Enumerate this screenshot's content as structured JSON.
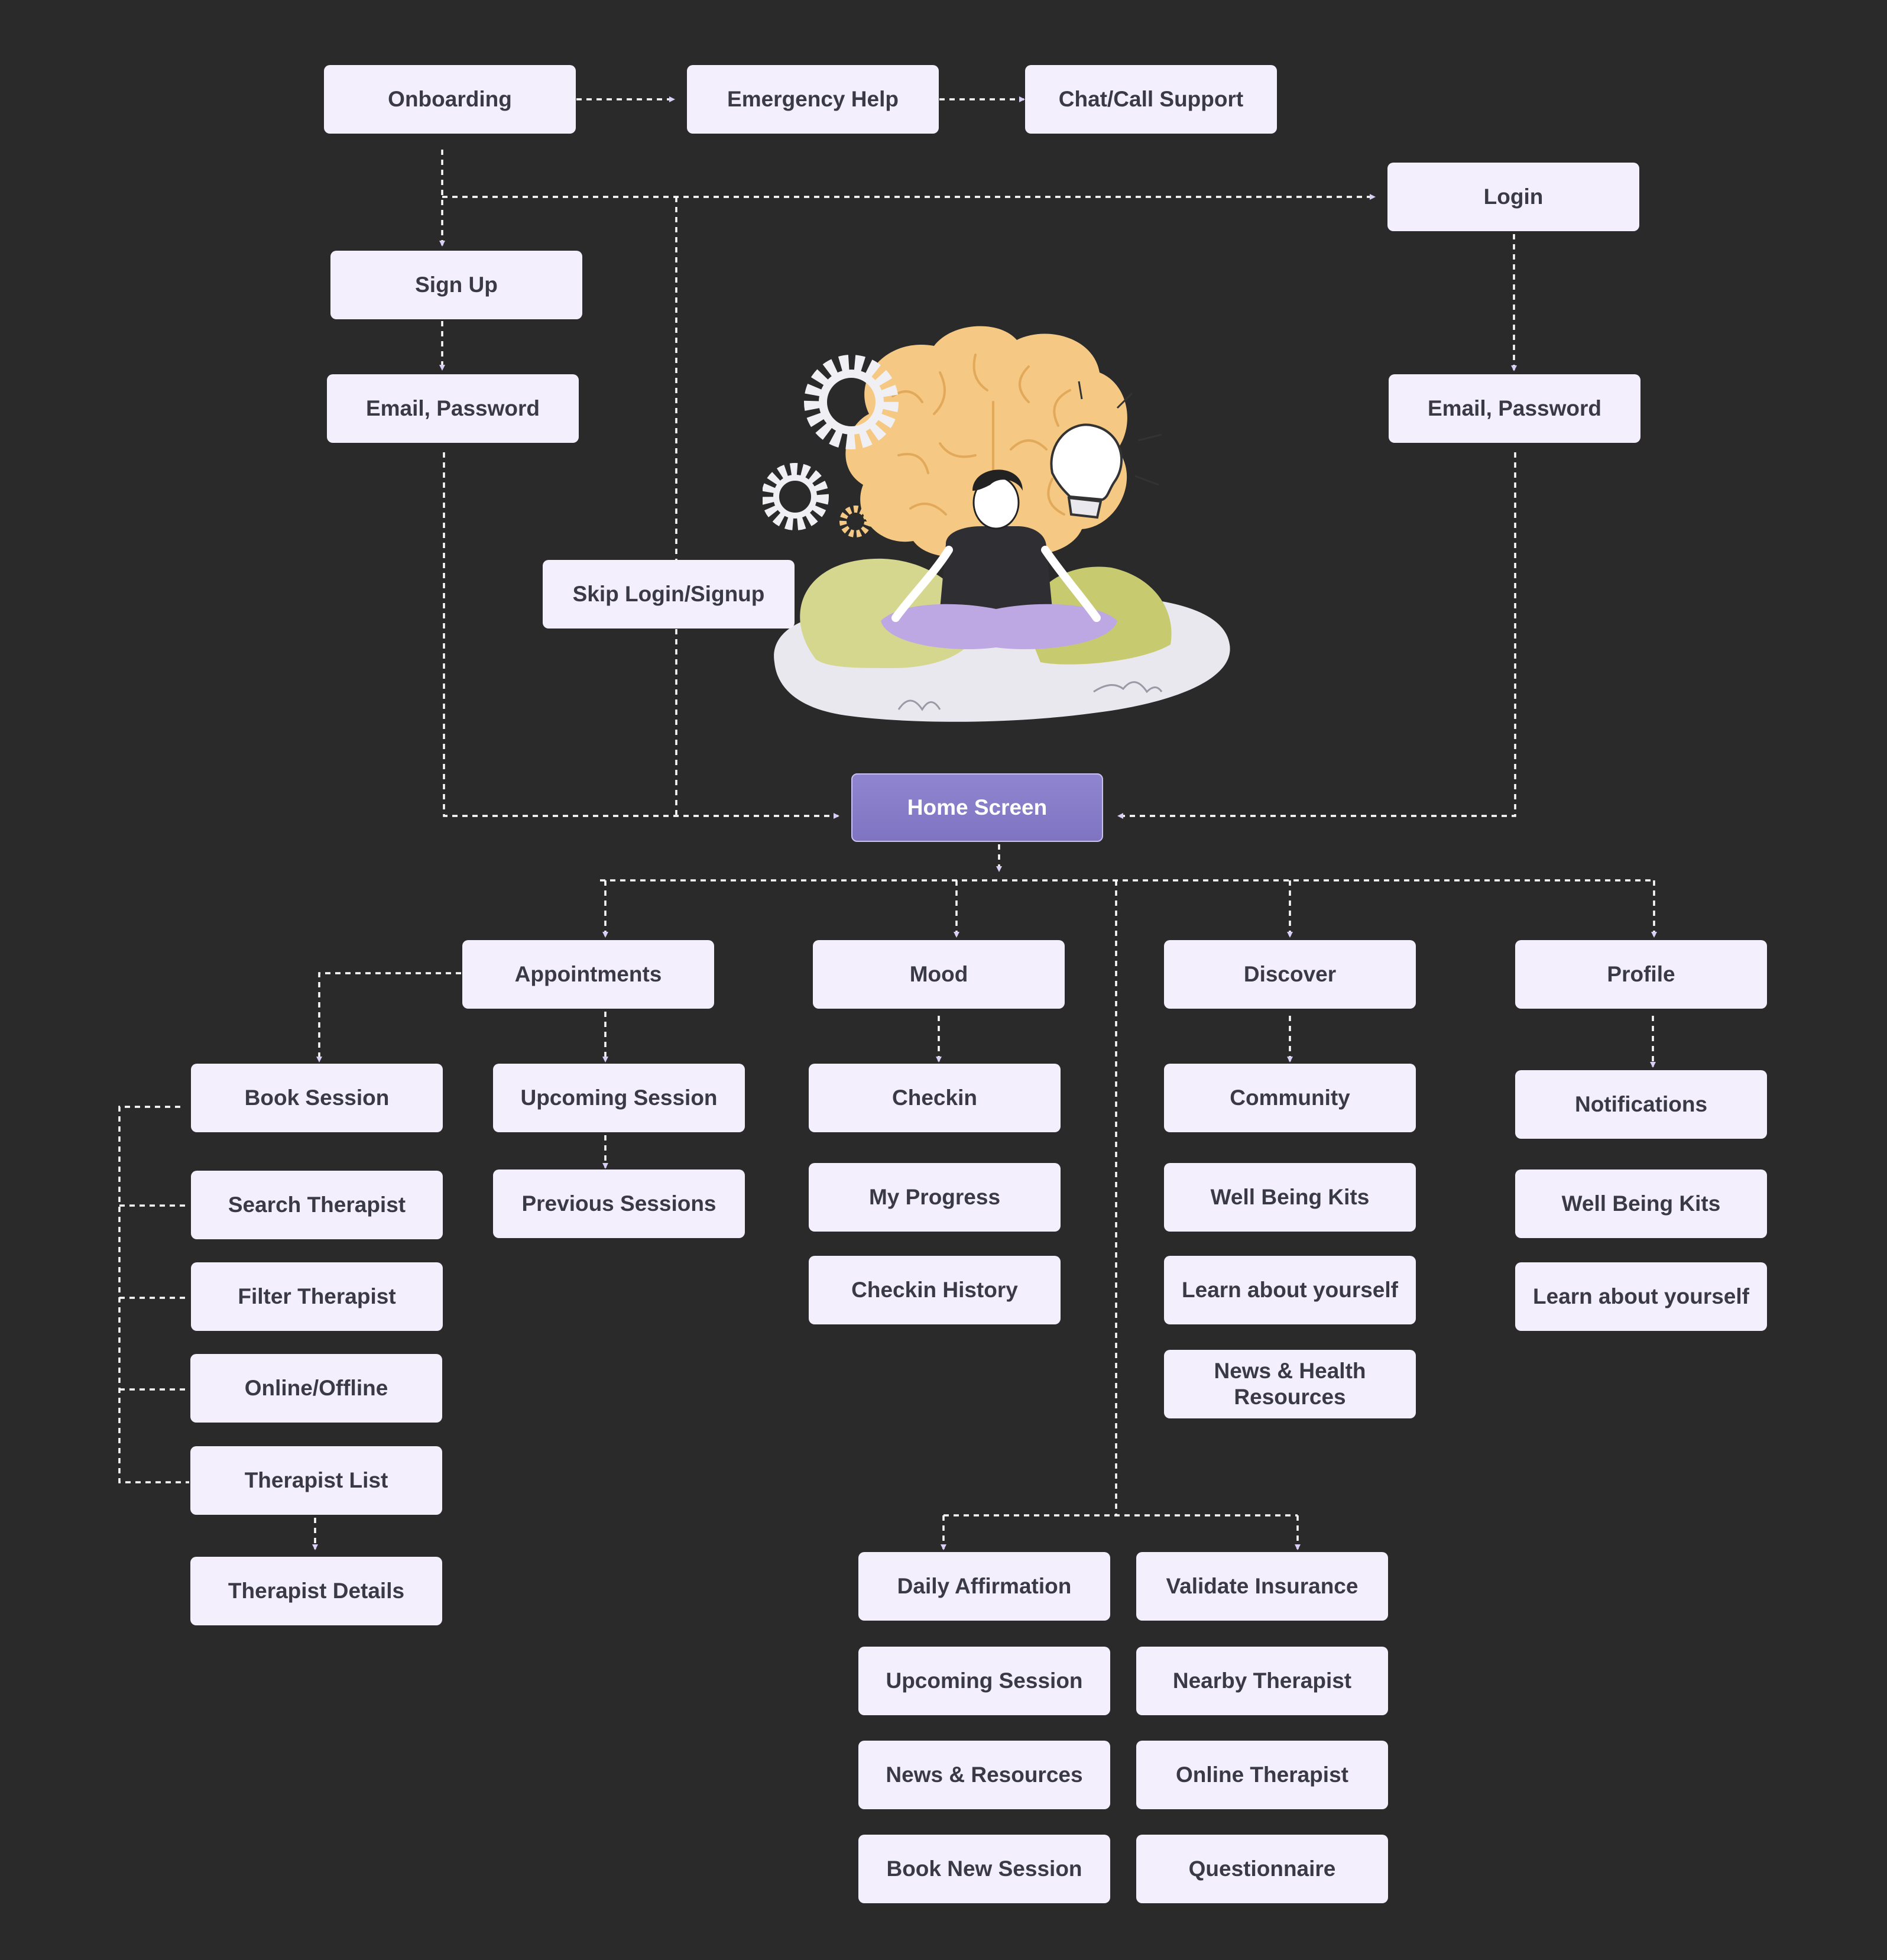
{
  "nodes": {
    "onboarding": "Onboarding",
    "emergency_help": "Emergency Help",
    "chat_call_support": "Chat/Call Support",
    "login": "Login",
    "sign_up": "Sign Up",
    "email_password_signup": "Email, Password",
    "email_password_login": "Email, Password",
    "skip_login_signup": "Skip Login/Signup",
    "home_screen": "Home  Screen",
    "appointments": "Appointments",
    "mood": "Mood",
    "discover": "Discover",
    "profile": "Profile",
    "book_session": "Book Session",
    "upcoming_session": "Upcoming Session",
    "previous_sessions": "Previous Sessions",
    "search_therapist": "Search Therapist",
    "filter_therapist": "Filter Therapist",
    "online_offline": "Online/Offline",
    "therapist_list": "Therapist List",
    "therapist_details": "Therapist Details",
    "checkin": "Checkin",
    "my_progress": "My Progress",
    "checkin_history": "Checkin History",
    "community": "Community",
    "well_being_kits_discover": "Well Being Kits",
    "learn_about_yourself_discover": "Learn about yourself",
    "news_health_line1": "News & Health",
    "news_health_line2": "Resources",
    "notifications": "Notifications",
    "well_being_kits_profile": "Well Being Kits",
    "learn_about_yourself_profile": "Learn about yourself",
    "daily_affirmation": "Daily Affirmation",
    "validate_insurance": "Validate Insurance",
    "upcoming_session_home": "Upcoming Session",
    "nearby_therapist": "Nearby Therapist",
    "news_resources": "News & Resources",
    "online_therapist": "Online Therapist",
    "book_new_session": "Book New Session",
    "questionnaire": "Questionnaire"
  },
  "colors": {
    "background": "#2a2a2b",
    "node_fill": "#f3effc",
    "node_text": "#3a3a44",
    "home_fill": "#8a80cb",
    "connector": "#ffffff",
    "arrowhead": "#d9cff7"
  }
}
